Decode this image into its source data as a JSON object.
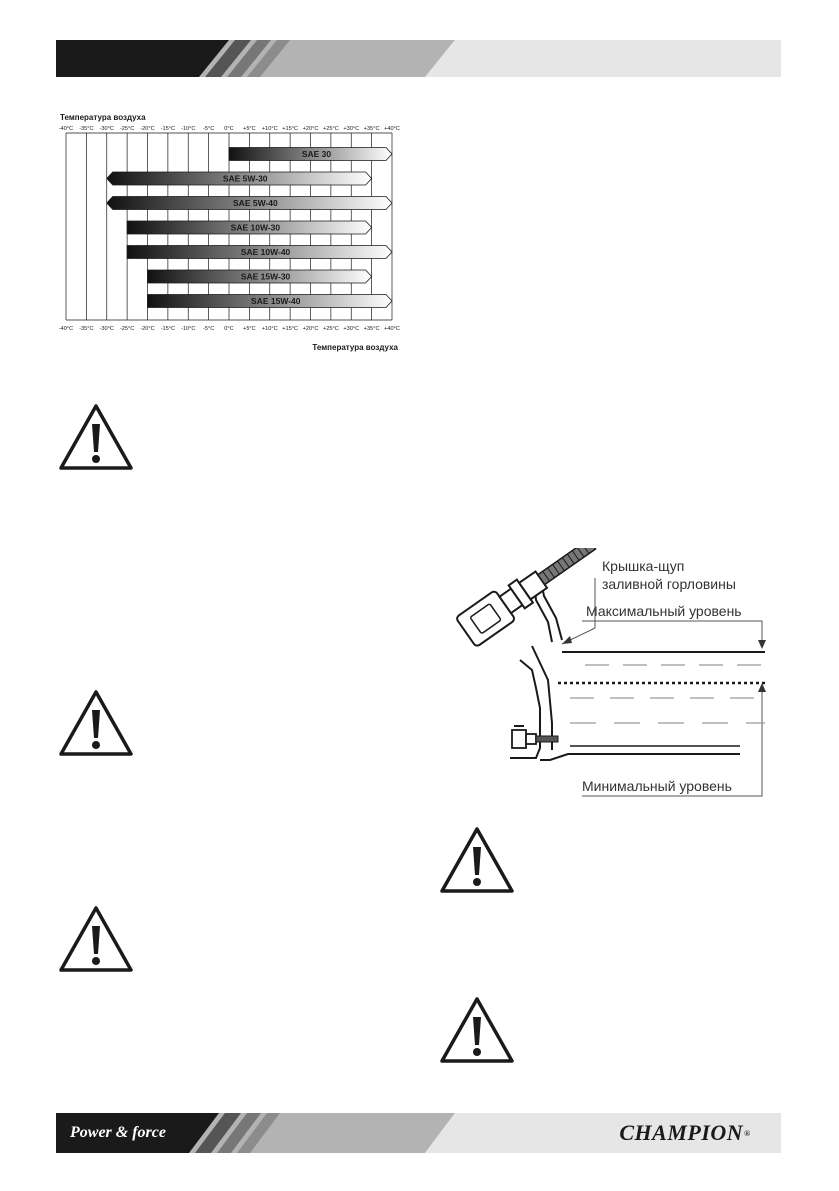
{
  "chart_data": {
    "type": "range-bar",
    "title": "Температура воздуха",
    "xlabel": "Температура воздуха",
    "xlim": [
      -40,
      40
    ],
    "ticks": [
      "-40°C",
      "-35°C",
      "-30°C",
      "-25°C",
      "-20°C",
      "-15°C",
      "-10°C",
      "-5°C",
      "0°C",
      "+5°C",
      "+10°C",
      "+15°C",
      "+20°C",
      "+25°C",
      "+30°C",
      "+35°C",
      "+40°C"
    ],
    "grid": true,
    "series": [
      {
        "name": "SAE 30",
        "start": 0,
        "end": 40
      },
      {
        "name": "SAE 5W-30",
        "start": -30,
        "end": 35
      },
      {
        "name": "SAE 5W-40",
        "start": -30,
        "end": 40
      },
      {
        "name": "SAE 10W-30",
        "start": -25,
        "end": 35
      },
      {
        "name": "SAE 10W-40",
        "start": -25,
        "end": 40
      },
      {
        "name": "SAE 15W-30",
        "start": -20,
        "end": 35
      },
      {
        "name": "SAE 15W-40",
        "start": -20,
        "end": 40
      }
    ]
  },
  "figure": {
    "label_cap_line1": "Крышка-щуп",
    "label_cap_line2": "заливной горловины",
    "label_max": "Максимальный уровень",
    "label_min": "Минимальный уровень"
  },
  "footer": {
    "slogan": "Power & force",
    "brand": "CHAMPION",
    "brand_mark": "®"
  },
  "colors": {
    "dark": "#1a1a1a",
    "band_gray": "#b3b3b3",
    "band_light": "#e6e6e6"
  }
}
